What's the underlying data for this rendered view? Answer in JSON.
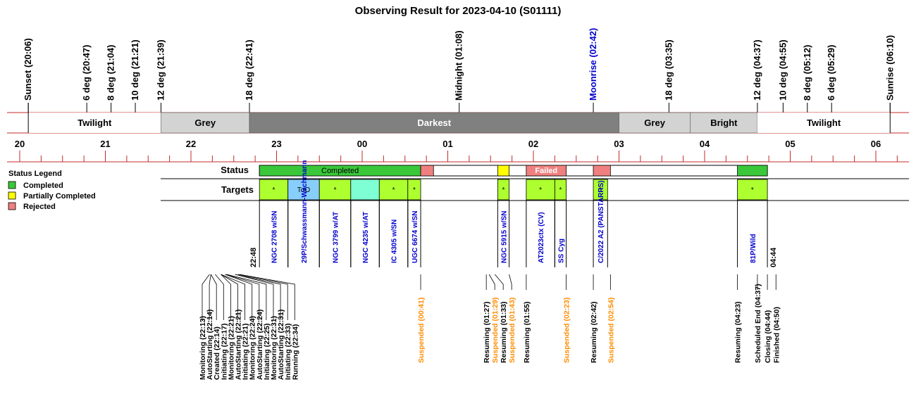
{
  "title": "Observing Result for 2023-04-10 (S01111)",
  "colors": {
    "red_line": "#c62828",
    "twilight": "#ffffff",
    "grey": "#d3d3d3",
    "darkest": "#808080",
    "bright": "#d3d3d3",
    "completed": "#3ac83a",
    "partially_completed": "#ffff00",
    "rejected": "#f08080",
    "failed": "#f08080",
    "target_green": "#adff2f",
    "target_blue": "#87cefa",
    "target_aqua": "#7fffd4",
    "link_blue": "#0000cc",
    "suspended_orange": "#ff8c00"
  },
  "chart_data": {
    "type": "timeline",
    "x_unit": "hour (local, 20 = 20:00, 30 = 06:00 next day)",
    "x_range": [
      19.9,
      30.45
    ],
    "hour_ticks": [
      "20",
      "21",
      "22",
      "23",
      "00",
      "01",
      "02",
      "03",
      "04",
      "05",
      "06"
    ],
    "sun_events": [
      {
        "label": "Sunset (20:06)",
        "time": "20:06"
      },
      {
        "label": "6 deg (20:47)",
        "time": "20:47"
      },
      {
        "label": "8 deg (21:04)",
        "time": "21:04"
      },
      {
        "label": "10 deg (21:21)",
        "time": "21:21"
      },
      {
        "label": "12 deg (21:39)",
        "time": "21:39"
      },
      {
        "label": "18 deg (22:41)",
        "time": "22:41"
      },
      {
        "label": "Midnight (01:08)",
        "time": "01:08"
      },
      {
        "label": "Moonrise (02:42)",
        "time": "02:42",
        "color": "blue"
      },
      {
        "label": "18 deg (03:35)",
        "time": "03:35"
      },
      {
        "label": "12 deg (04:37)",
        "time": "04:37"
      },
      {
        "label": "10 deg (04:55)",
        "time": "04:55"
      },
      {
        "label": "8 deg (05:12)",
        "time": "05:12"
      },
      {
        "label": "6 deg (05:29)",
        "time": "05:29"
      },
      {
        "label": "Sunrise (06:10)",
        "time": "06:10"
      }
    ],
    "sky_bands": [
      {
        "label": "Twilight",
        "start": "20:06",
        "end": "21:39",
        "kind": "twilight"
      },
      {
        "label": "Grey",
        "start": "21:39",
        "end": "22:41",
        "kind": "grey"
      },
      {
        "label": "Darkest",
        "start": "22:41",
        "end": "03:00",
        "kind": "darkest"
      },
      {
        "label": "Grey",
        "start": "03:00",
        "end": "03:50",
        "kind": "grey"
      },
      {
        "label": "Bright",
        "start": "03:50",
        "end": "04:37",
        "kind": "bright"
      },
      {
        "label": "Twilight",
        "start": "04:37",
        "end": "06:10",
        "kind": "twilight"
      }
    ],
    "status_segments": [
      {
        "label": "Completed",
        "start": "22:48",
        "end": "00:41",
        "status": "completed"
      },
      {
        "label": "",
        "start": "00:41",
        "end": "00:50",
        "status": "rejected"
      },
      {
        "label": "",
        "start": "01:35",
        "end": "01:43",
        "status": "partially_completed"
      },
      {
        "label": "Failed",
        "start": "01:55",
        "end": "02:23",
        "status": "failed"
      },
      {
        "label": "",
        "start": "02:42",
        "end": "02:54",
        "status": "rejected"
      },
      {
        "label": "",
        "start": "04:23",
        "end": "04:44",
        "status": "completed"
      }
    ],
    "status_row_range": [
      "22:48",
      "04:44"
    ],
    "targets": [
      {
        "name": "NGC 2708 w/SN",
        "start": "22:48",
        "end": "23:08",
        "fill": "green",
        "mark": "*"
      },
      {
        "name": "29P/Schwassmann-Wachmann",
        "start": "23:08",
        "end": "23:30",
        "fill": "blue",
        "mark": "ToO"
      },
      {
        "name": "NGC 3799 w/AT",
        "start": "23:30",
        "end": "23:52",
        "fill": "green",
        "mark": "*"
      },
      {
        "name": "NGC 4235 w/AT",
        "start": "23:52",
        "end": "00:12",
        "fill": "aqua",
        "mark": ""
      },
      {
        "name": "IC 4305 w/SN",
        "start": "00:12",
        "end": "00:32",
        "fill": "green",
        "mark": "*"
      },
      {
        "name": "UGC 6674 w/SN",
        "start": "00:32",
        "end": "00:41",
        "fill": "green",
        "mark": "*"
      },
      {
        "name": "NGC 5915 w/SN",
        "start": "01:35",
        "end": "01:43",
        "fill": "green",
        "mark": "*"
      },
      {
        "name": "AT2023ctx (CV)",
        "start": "01:55",
        "end": "02:15",
        "fill": "green",
        "mark": "*"
      },
      {
        "name": "SS Cyg",
        "start": "02:15",
        "end": "02:23",
        "fill": "green",
        "mark": "*"
      },
      {
        "name": "C/2022 A2 (PANSTARRS)",
        "start": "02:42",
        "end": "02:52",
        "fill": "green",
        "mark": "*"
      },
      {
        "name": "81P/Wild",
        "start": "04:23",
        "end": "04:44",
        "fill": "green",
        "mark": "*"
      }
    ],
    "start_label": "22:48",
    "end_label": "04:44",
    "events": [
      {
        "label": "Monitoring (22:13)",
        "time": "22:13",
        "type": "normal"
      },
      {
        "label": "AutoStarting (22:14)",
        "time": "22:14",
        "type": "normal"
      },
      {
        "label": "Created (22:14)",
        "time": "22:14",
        "type": "normal"
      },
      {
        "label": "Initiating (22:17)",
        "time": "22:17",
        "type": "normal"
      },
      {
        "label": "Monitoring (22:21)",
        "time": "22:21",
        "type": "normal"
      },
      {
        "label": "AutoStarting (22:21)",
        "time": "22:21",
        "type": "normal"
      },
      {
        "label": "Initiating (22:21)",
        "time": "22:21",
        "type": "normal"
      },
      {
        "label": "Monitoring (22:24)",
        "time": "22:24",
        "type": "normal"
      },
      {
        "label": "AutoStarting (22:24)",
        "time": "22:24",
        "type": "normal"
      },
      {
        "label": "Initiating (22:25)",
        "time": "22:25",
        "type": "normal"
      },
      {
        "label": "Monitoring (22:31)",
        "time": "22:31",
        "type": "normal"
      },
      {
        "label": "AutoStarting (22:31)",
        "time": "22:31",
        "type": "normal"
      },
      {
        "label": "Initiating (22:33)",
        "time": "22:33",
        "type": "normal"
      },
      {
        "label": "Running (22:34)",
        "time": "22:34",
        "type": "normal"
      },
      {
        "label": "Suspended (00:41)",
        "time": "00:41",
        "type": "suspended"
      },
      {
        "label": "Resuming (01:27)",
        "time": "01:27",
        "type": "normal"
      },
      {
        "label": "Suspended (01:29)",
        "time": "01:29",
        "type": "suspended"
      },
      {
        "label": "Resuming (01:33)",
        "time": "01:33",
        "type": "normal"
      },
      {
        "label": "Suspended (01:43)",
        "time": "01:43",
        "type": "suspended"
      },
      {
        "label": "Resuming (01:55)",
        "time": "01:55",
        "type": "normal"
      },
      {
        "label": "Suspended (02:23)",
        "time": "02:23",
        "type": "suspended"
      },
      {
        "label": "Resuming (02:42)",
        "time": "02:42",
        "type": "normal"
      },
      {
        "label": "Suspended (02:54)",
        "time": "02:54",
        "type": "suspended"
      },
      {
        "label": "Resuming (04:23)",
        "time": "04:23",
        "type": "normal"
      },
      {
        "label": "Scheduled End (04:37)",
        "time": "04:37",
        "type": "normal"
      },
      {
        "label": "Closing (04:44)",
        "time": "04:44",
        "type": "normal"
      },
      {
        "label": "Finished (04:50)",
        "time": "04:50",
        "type": "normal"
      }
    ],
    "row_labels": {
      "status": "Status",
      "targets": "Targets"
    },
    "legend": {
      "title": "Status Legend",
      "items": [
        {
          "label": "Completed",
          "status": "completed"
        },
        {
          "label": "Partially Completed",
          "status": "partially_completed"
        },
        {
          "label": "Rejected",
          "status": "rejected"
        }
      ]
    }
  }
}
